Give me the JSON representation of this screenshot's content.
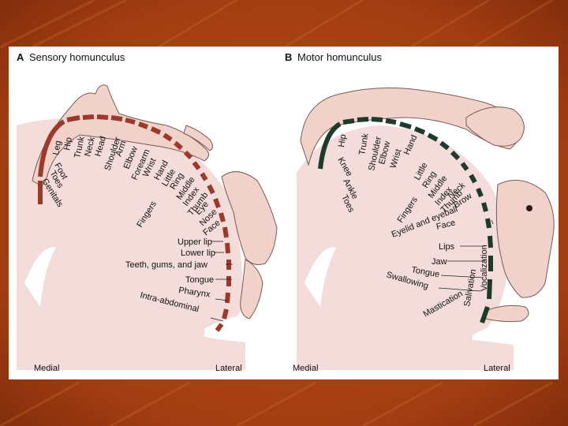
{
  "panel_a": {
    "title_letter": "A",
    "title_text": "Sensory homunculus",
    "labels": [
      "Leg",
      "Hip",
      "Trunk",
      "Neck",
      "Head",
      "Shoulder",
      "Arm",
      "Elbow",
      "Forearm",
      "Wrist",
      "Hand",
      "Little",
      "Ring",
      "Middle",
      "Index",
      "Thumb",
      "Eye",
      "Nose",
      "Face",
      "Upper lip",
      "Lower lip",
      "Teeth, gums, and jaw",
      "Tongue",
      "Pharynx",
      "Intra-abdominal",
      "Foot",
      "Toes",
      "Genitals",
      "Fingers"
    ],
    "medial": "Medial",
    "lateral": "Lateral"
  },
  "panel_b": {
    "title_letter": "B",
    "title_text": "Motor homunculus",
    "labels": [
      "Hip",
      "Trunk",
      "Shoulder",
      "Elbow",
      "Wrist",
      "Hand",
      "Little",
      "Ring",
      "Middle",
      "Index",
      "Thumb",
      "Neck",
      "Brow",
      "Eyelid and eyeball",
      "Face",
      "Lips",
      "Jaw",
      "Tongue",
      "Swallowing",
      "Knee",
      "Ankle",
      "Toes",
      "Fingers",
      "Vocalization",
      "Salivation",
      "Mastication"
    ],
    "medial": "Medial",
    "lateral": "Lateral"
  },
  "colors": {
    "sensory_segments": "#9b3a2c",
    "motor_segments": "#1f3a2a",
    "cortex_fill": "#f3dcda",
    "body_fill": "#f1d2cb"
  }
}
